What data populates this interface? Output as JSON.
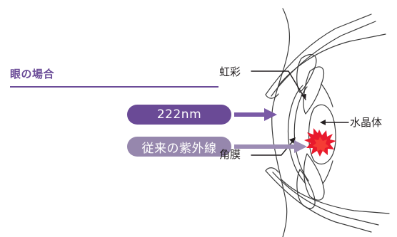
{
  "diagram": {
    "title": "眼の場合",
    "pills": {
      "uv222": "222nm",
      "conventional_uv": "従来の紫外線"
    },
    "labels": {
      "iris": "虹彩",
      "lens": "水晶体",
      "cornea": "角膜"
    },
    "colors": {
      "accent_purple": "#6b4c98",
      "pill_dark": "#6a4a96",
      "pill_light": "#9687ad",
      "arrow_dark": "#7a5aa6",
      "arrow_light": "#9c8cb4",
      "burst": "#e8192c"
    },
    "icons": [
      "arrow-right-icon",
      "burst-icon",
      "eye-cross-section"
    ]
  }
}
